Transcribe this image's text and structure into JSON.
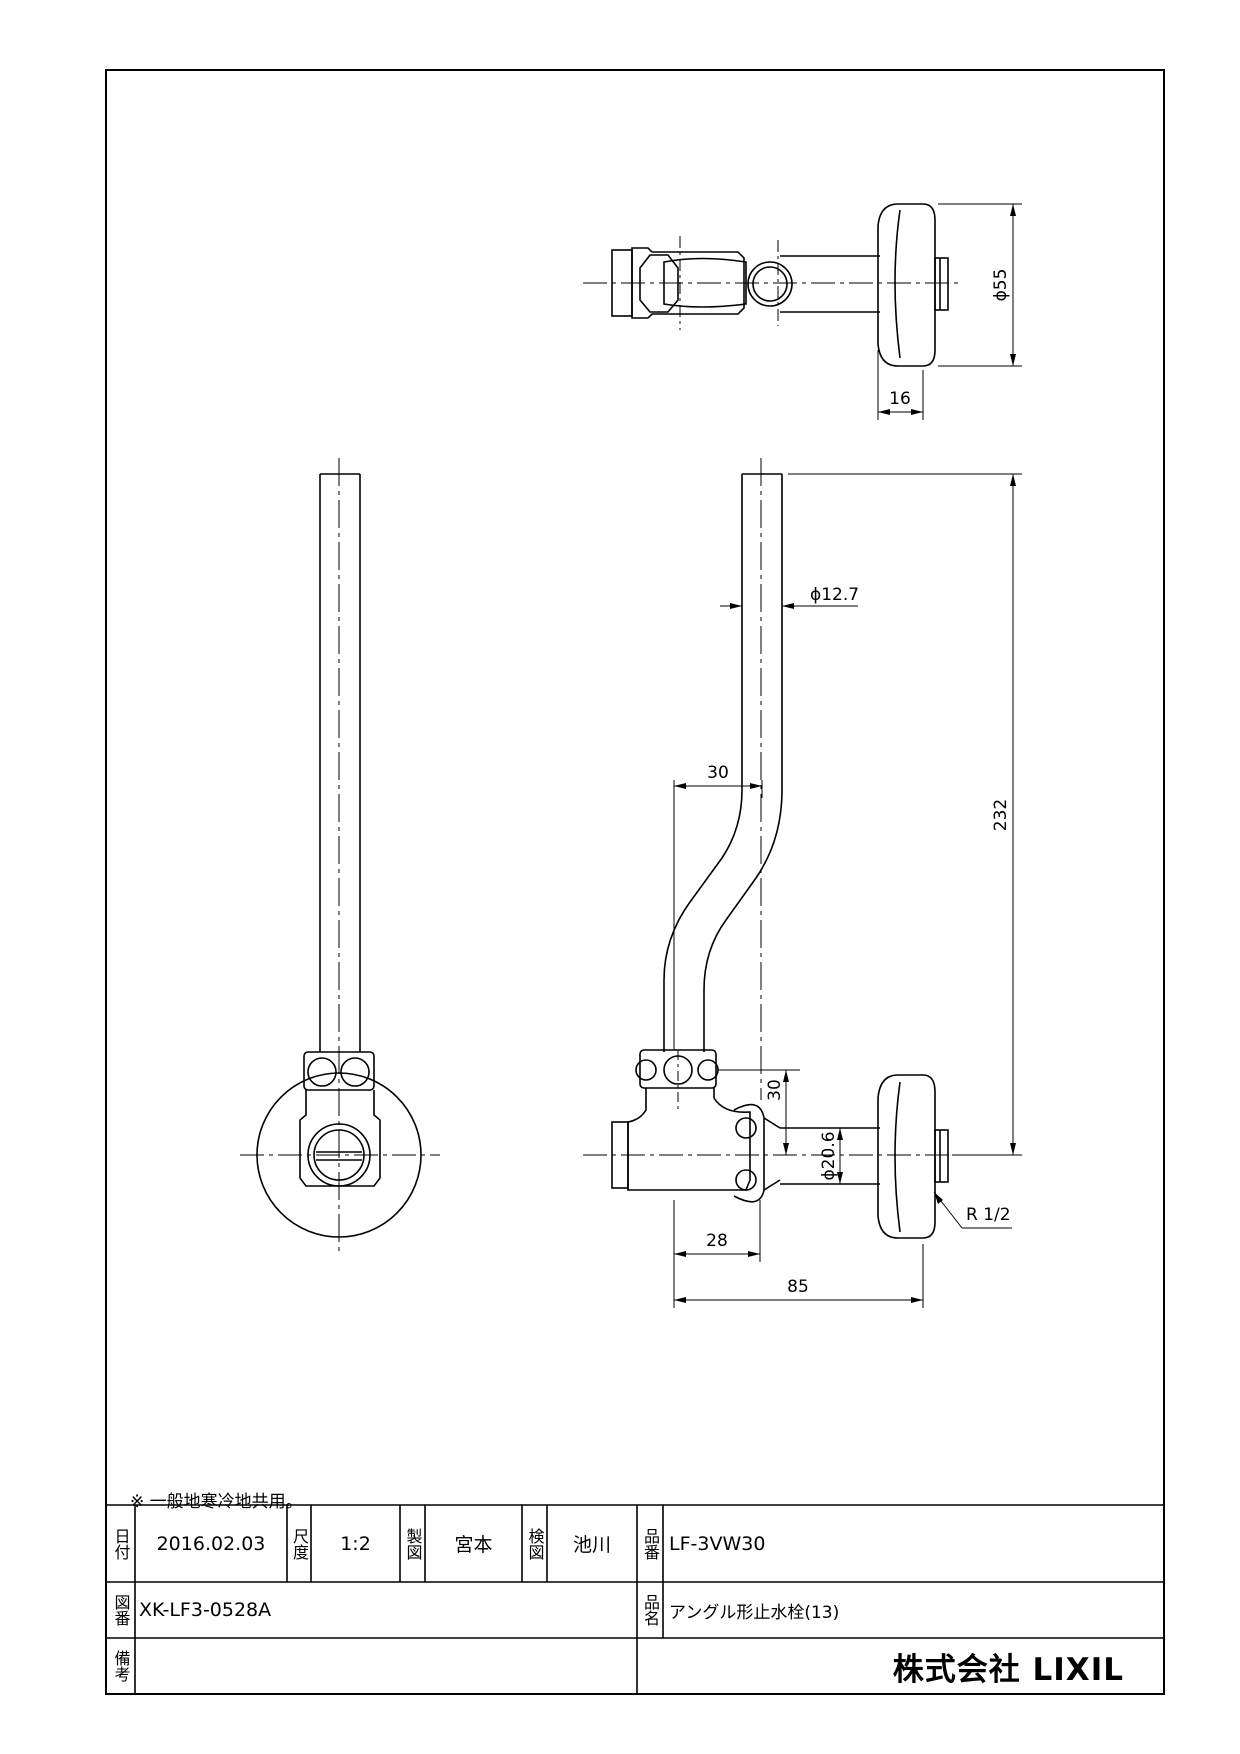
{
  "dimensions": {
    "d55": "ϕ55",
    "d16": "16",
    "d12_7": "ϕ12.7",
    "d30_top": "30",
    "d232": "232",
    "d30_side": "30",
    "d20_6": "ϕ20.6",
    "r1_2": "R 1/2",
    "d28": "28",
    "d85": "85"
  },
  "note": "※ 一般地寒冷地共用。",
  "title_block": {
    "date_label": "日付",
    "date": "2016.02.03",
    "scale_label": "尺度",
    "scale": "1:2",
    "drawn_label": "製図",
    "drawn_by": "宮本",
    "checked_label": "検図",
    "checked_by": "池川",
    "part_no_label": "品番",
    "part_no": "LF-3VW30",
    "drawing_no_label": "図番",
    "drawing_no": "XK-LF3-0528A",
    "part_name_label": "品名",
    "part_name": "アングル形止水栓(13)",
    "remarks_label": "備考",
    "company": "株式会社 LIXIL"
  }
}
